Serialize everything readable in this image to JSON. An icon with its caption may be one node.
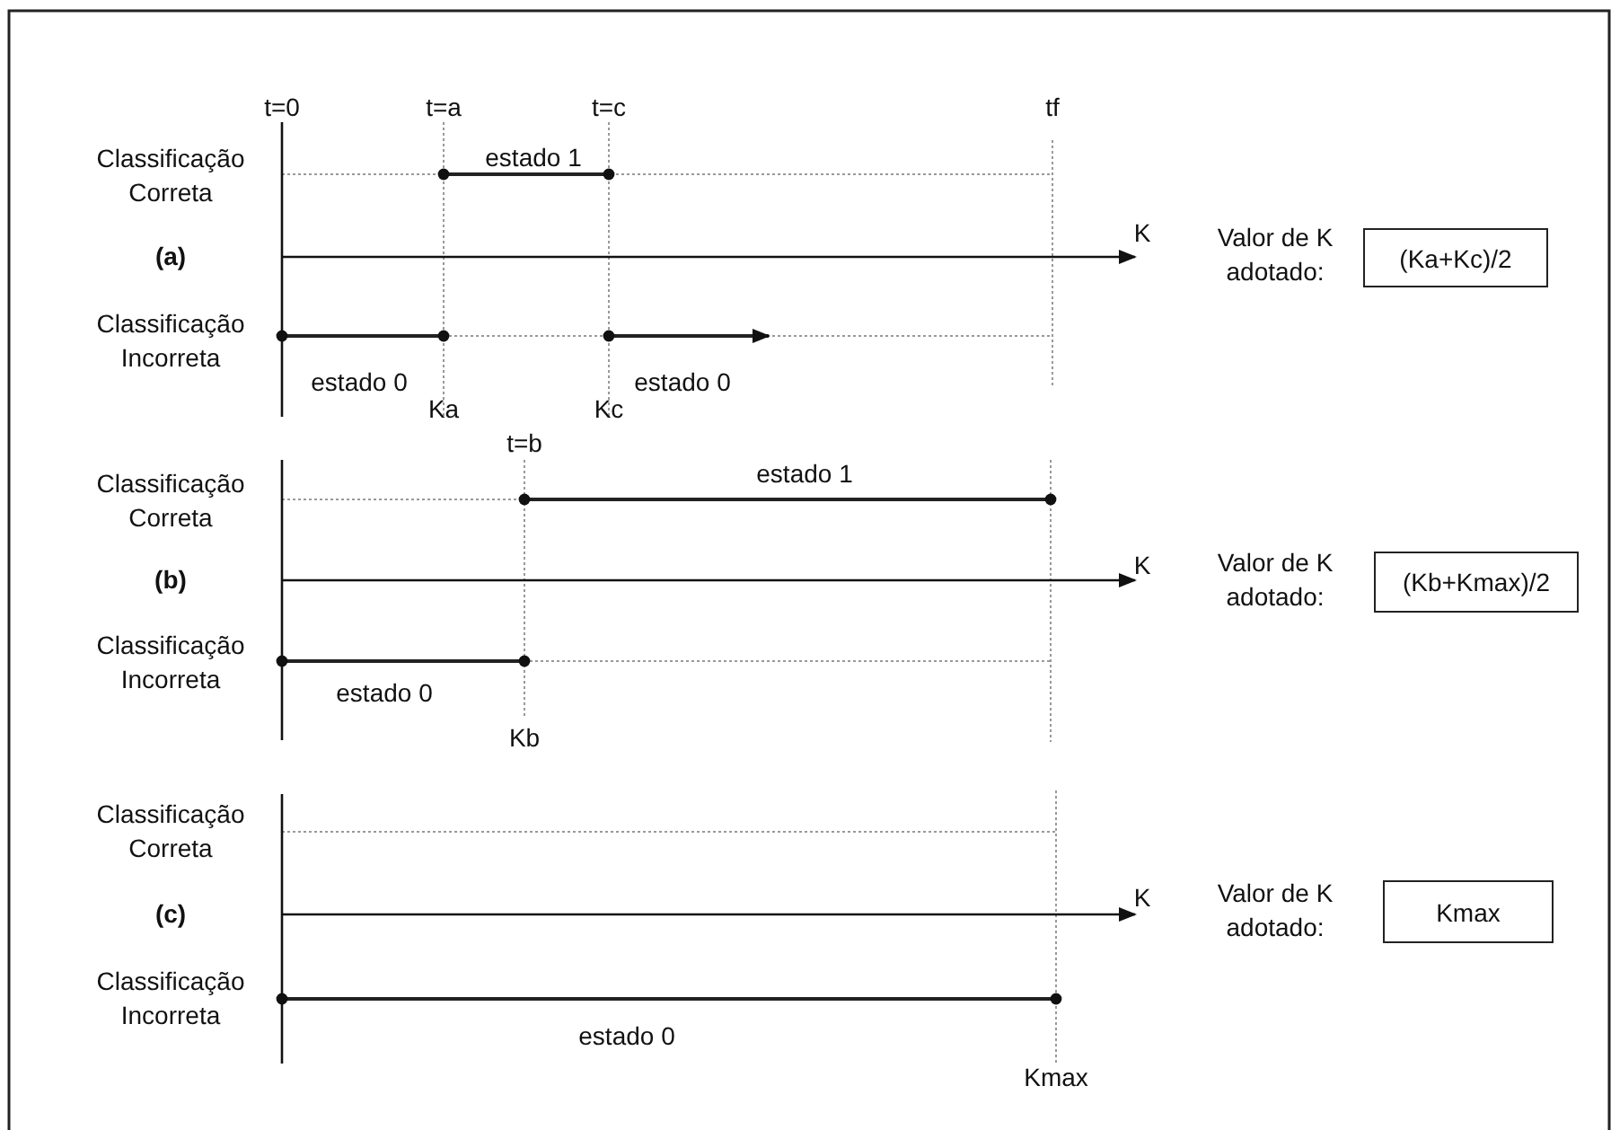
{
  "diagram": {
    "nodes": [
      {
        "text": [
          "(Ka+Kc)/2"
        ],
        "beside": [
          "Valor de K adotado:"
        ]
      },
      {
        "text": [
          "(Kb+Kmax)/2"
        ],
        "beside": [
          "Valor de K adotado:"
        ]
      },
      {
        "text": [
          "Kmax"
        ],
        "beside": [
          "Valor de K adotado:"
        ]
      }
    ],
    "labels": [
      "t=0",
      "t=a",
      "t=c",
      "tf",
      "Classificação Correta",
      "estado 1",
      "K",
      "(a)",
      "Classificação Incorreta",
      "estado 0",
      "estado 0",
      "Ka",
      "Kc",
      "t=b",
      "Classificação Correta",
      "estado 1",
      "K",
      "(b)",
      "Classificação Incorreta",
      "estado 0",
      "Kb",
      "Classificação Correta",
      "K",
      "(c)",
      "Classificação Incorreta",
      "estado 0",
      "Kmax"
    ]
  }
}
